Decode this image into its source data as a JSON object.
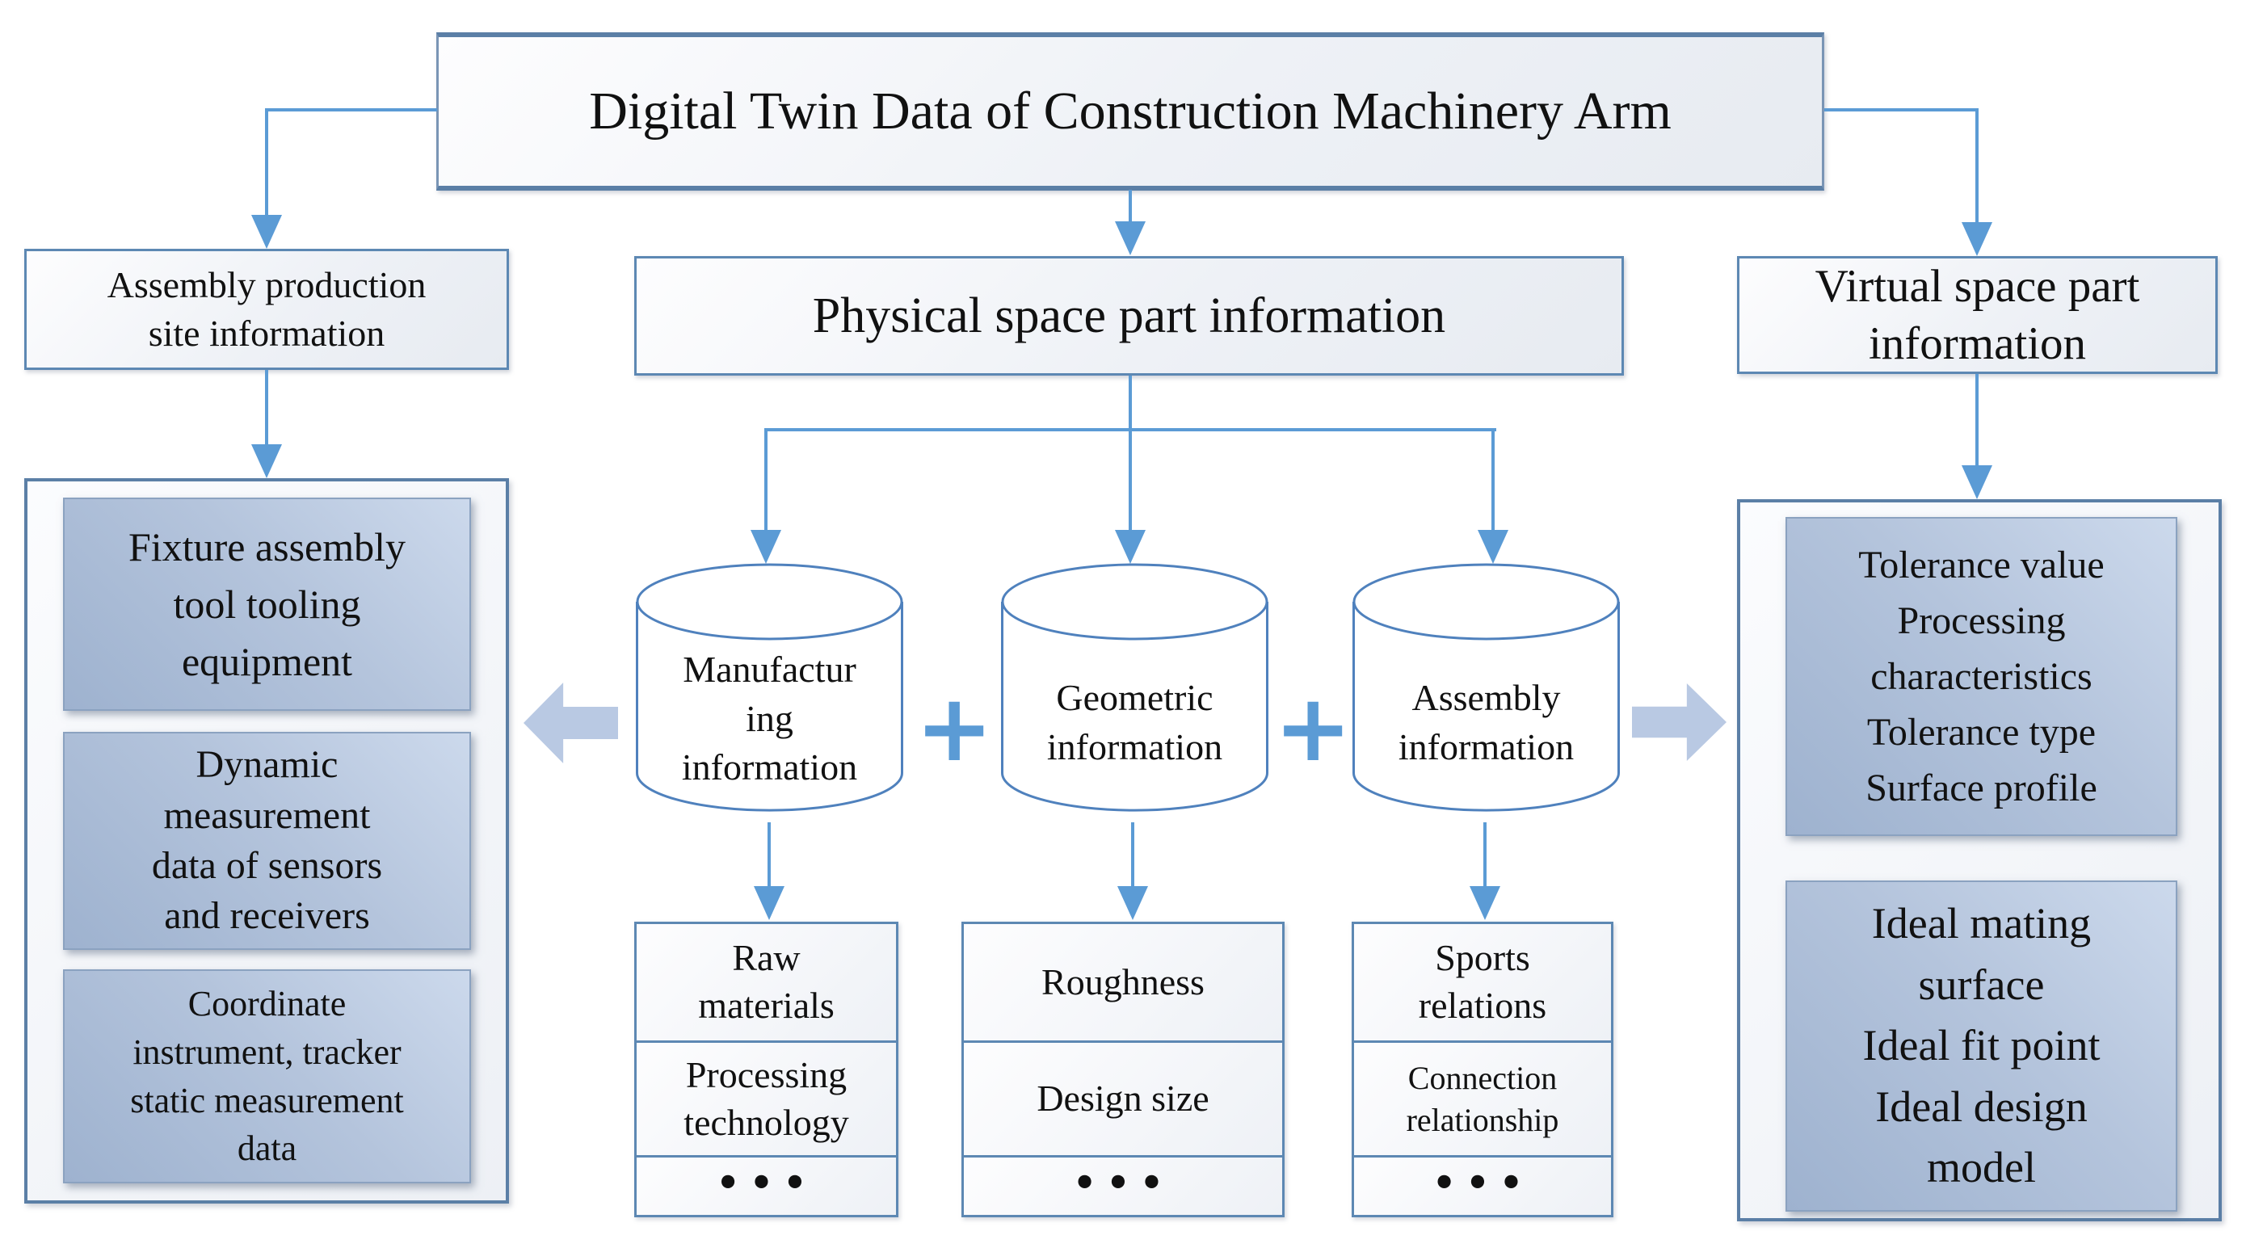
{
  "colors": {
    "connector_blue": "#5b9bd5",
    "box_border_blue": "#5d88b3",
    "container_border": "#5b7fa6",
    "blue_box_fill_light": "#ccd9ec",
    "blue_box_fill_dark": "#9eb2cf",
    "block_arrow_fill": "#b9c9e3",
    "text": "#111111"
  },
  "title": {
    "text": "Digital Twin Data of Construction  Machinery Arm"
  },
  "left": {
    "header": "Assembly production\nsite information",
    "items": [
      "Fixture assembly\ntool tooling\nequipment",
      "Dynamic\nmeasurement\ndata of sensors\nand receivers",
      "Coordinate\ninstrument, tracker\nstatic measurement\ndata"
    ]
  },
  "center": {
    "header": "Physical space part information",
    "plus": "+",
    "cylinders": [
      {
        "label": "Manufactur\ning\ninformation"
      },
      {
        "label": "Geometric\ninformation"
      },
      {
        "label": "Assembly\ninformation"
      }
    ],
    "stacks": [
      {
        "cells": [
          "Raw\nmaterials",
          "Processing\ntechnology",
          "•••"
        ]
      },
      {
        "cells": [
          "Roughness",
          "Design size",
          "•••"
        ]
      },
      {
        "cells": [
          "Sports\nrelations",
          "Connection\nrelationship",
          "•••"
        ]
      }
    ]
  },
  "right": {
    "header": "Virtual space part\ninformation",
    "items": [
      "Tolerance value\nProcessing\ncharacteristics\nTolerance type\nSurface profile",
      "Ideal mating\nsurface\nIdeal fit point\nIdeal design\nmodel"
    ]
  }
}
